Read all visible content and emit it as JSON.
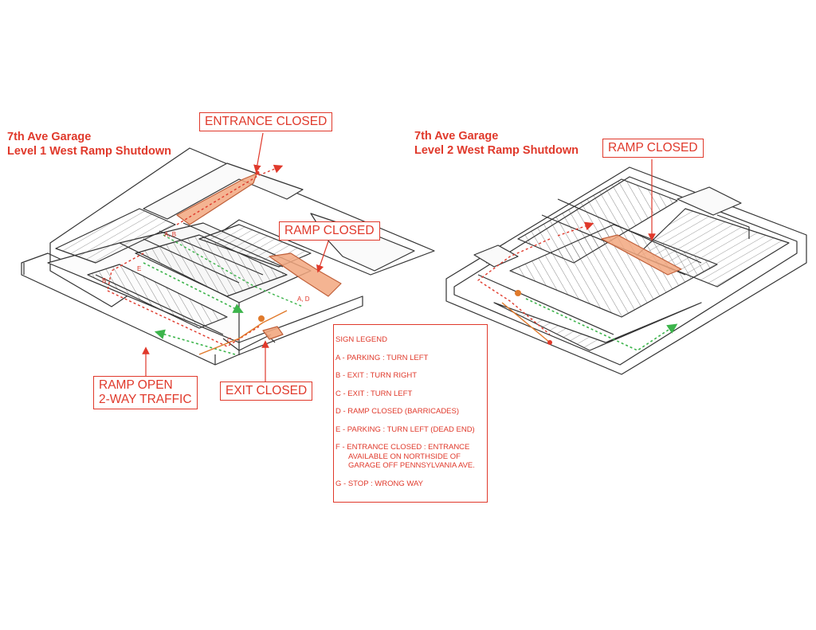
{
  "level1": {
    "title_line1": "7th Ave Garage",
    "title_line2": "Level 1 West Ramp Shutdown",
    "callouts": {
      "entrance_closed": "ENTRANCE CLOSED",
      "ramp_closed": "RAMP CLOSED",
      "exit_closed": "EXIT CLOSED",
      "ramp_open_line1": "RAMP OPEN",
      "ramp_open_line2": "2-WAY TRAFFIC"
    },
    "sign_markers": {
      "f": "F",
      "ab": "A, B",
      "b": "B",
      "e": "E",
      "ad": "A, D",
      "c": "C"
    }
  },
  "level2": {
    "title_line1": "7th Ave Garage",
    "title_line2": "Level 2 West Ramp Shutdown",
    "callouts": {
      "ramp_closed": "RAMP CLOSED"
    }
  },
  "legend": {
    "title": "SIGN LEGEND",
    "items": [
      {
        "text": "A - PARKING : TURN LEFT"
      },
      {
        "text": "B - EXIT : TURN RIGHT"
      },
      {
        "text": "C - EXIT : TURN LEFT"
      },
      {
        "text": "D - RAMP CLOSED (BARRICADES)"
      },
      {
        "text": "E - PARKING : TURN LEFT (DEAD END)"
      },
      {
        "line1": "F - ENTRANCE CLOSED : ENTRANCE",
        "line2": "AVAILABLE ON NORTHSIDE OF",
        "line3": "GARAGE OFF PENNSYLVANIA AVE."
      },
      {
        "text": "G - STOP : WRONG WAY"
      }
    ]
  },
  "colors": {
    "annotation_red": "#e0392b",
    "closed_fill": "#f2a77f",
    "route_green": "#3cb44b",
    "route_red": "#e0392b",
    "linework": "#333333"
  }
}
